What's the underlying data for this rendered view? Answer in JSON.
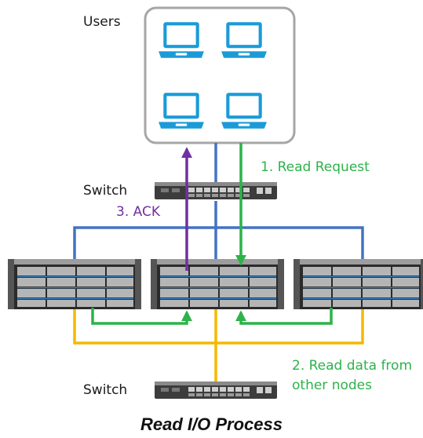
{
  "labels": {
    "users": "Users",
    "switch_top": "Switch",
    "switch_bottom": "Switch",
    "step1": "1. Read Request",
    "step2_line1": "2. Read data from",
    "step2_line2": "other nodes",
    "step3": "3. ACK"
  },
  "title": "Read I/O Process",
  "colors": {
    "network_line": "#4472c4",
    "storage_line": "#f5b800",
    "read_request_arrow": "#2cb34a",
    "ack_arrow": "#7030a0",
    "laptop": "#1a9bd7",
    "user_box_border": "#a6a6a6"
  },
  "icons": {
    "laptop": "laptop-icon",
    "switch": "network-switch-icon",
    "server": "storage-server-icon"
  }
}
